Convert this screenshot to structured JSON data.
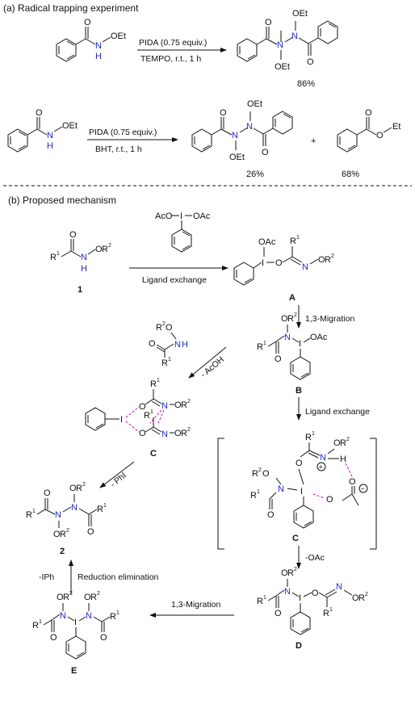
{
  "section_a": {
    "title": "(a) Radical trapping experiment"
  },
  "section_b": {
    "title": "(b) Proposed mechanism"
  },
  "rxn1": {
    "reagent": "PIDA (0.75 equiv.)",
    "conditions": "TEMPO, r.t., 1 h",
    "yield": "86%"
  },
  "rxn2": {
    "reagent": "PIDA (0.75 equiv.)",
    "conditions": "BHT, r.t., 1 h",
    "yield_main": "26%",
    "yield_side": "68%",
    "plus": "+"
  },
  "groups": {
    "OEt": "OEt",
    "Et": "Et",
    "H": "H",
    "N": "N",
    "O": "O",
    "I": "I",
    "OAc": "OAc",
    "AcO": "AcO",
    "R1": "R",
    "R2": "R",
    "sup1": "1",
    "sup2": "2"
  },
  "steps": {
    "ligand_exchange_1": "Ligand exchange",
    "migration_1": "1,3-Migration",
    "acoh": "- AcOH",
    "phi": "- PhI",
    "ligand_exchange_2": "Ligand exchange",
    "oac": "-OAc",
    "migration_2": "1,3-Migration",
    "iph": "-IPh",
    "reduction": "Reduction elimination"
  },
  "compounds": {
    "c1": "1",
    "cA": "A",
    "cB": "B",
    "cC": "C",
    "cC2": "C",
    "c2": "2",
    "cD": "D",
    "cE": "E"
  },
  "charges": {
    "plus": "+",
    "minus": "−"
  }
}
